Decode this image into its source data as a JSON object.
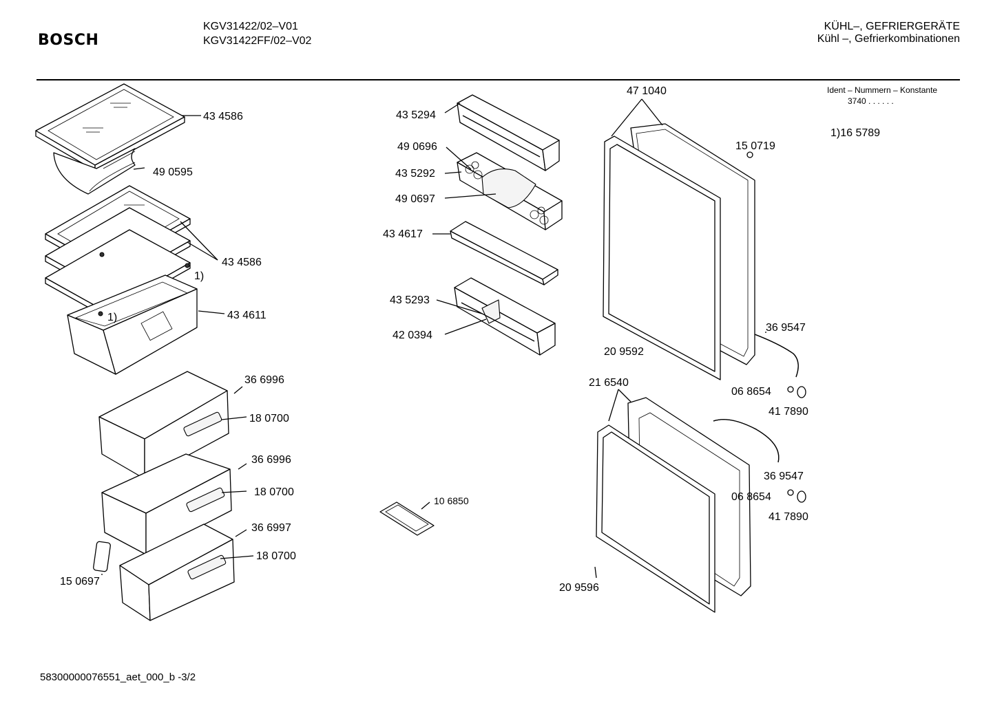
{
  "header": {
    "brand": "BOSCH",
    "model_1": "KGV31422/02–V01",
    "model_2": "KGV31422FF/02–V02",
    "category_1": "KÜHL–, GEFRIERGERÄTE",
    "category_2": "Kühl –, Gefrierkombinationen"
  },
  "ident": {
    "title": "Ident – Nummern – Konstante",
    "value": "3740  .  .    .  .  .  ."
  },
  "note": "1)16 5789",
  "footer": "58300000076551_aet_000_b   -3/2",
  "parts": {
    "shelf_top": "43 4586",
    "holder": "49 0595",
    "shelves": "43 4586",
    "footnote_a": "1)",
    "footnote_b": "1)",
    "crisper_cover": "43 4611",
    "drawer_1": "36 6996",
    "handle_1": "18 0700",
    "drawer_2": "36 6996",
    "handle_2": "18 0700",
    "drawer_3": "36 6997",
    "handle_3": "18 0700",
    "clip": "15 0697",
    "door_shelf_1": "43 5294",
    "egg_tray_small": "49 0696",
    "egg_shelf": "43 5292",
    "egg_cover": "49 0697",
    "door_shelf_2": "43 4617",
    "door_shelf_3": "43 5293",
    "divider": "42 0394",
    "ice_tray": "10 6850",
    "door_upper": "47 1040",
    "cap": "15 0719",
    "gasket_upper": "20 9592",
    "handle_upper": "36 9547",
    "screw_upper": "06 8654",
    "cover_upper": "41 7890",
    "door_lower": "21 6540",
    "handle_lower": "36 9547",
    "screw_lower": "06 8654",
    "cover_lower": "41 7890",
    "gasket_lower": "20 9596"
  }
}
